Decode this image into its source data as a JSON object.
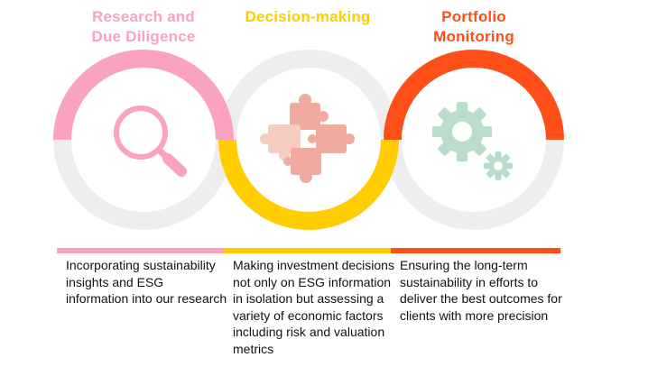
{
  "columns": [
    {
      "id": "research",
      "title": "Research and\nDue Diligence",
      "description": "Incorporating sustainability insights and ESG information into our research",
      "color": "#f9a3bf",
      "icon": "magnifying-glass-icon"
    },
    {
      "id": "decision",
      "title": "Decision-making",
      "description": "Making investment decisions not only on ESG information in isolation but assessing a variety of economic factors including risk and valuation metrics",
      "color": "#ffcd00",
      "icon": "puzzle-pieces-icon"
    },
    {
      "id": "portfolio",
      "title": "Portfolio\nMonitoring",
      "description": "Ensuring the long-term sustainability in efforts to deliver the best outcomes for clients with more precision",
      "color": "#ff4f19",
      "icon": "gears-icon"
    }
  ],
  "colors": {
    "ring_background": "#eeeeee",
    "puzzle_light": "#f6cbc0",
    "puzzle_mid": "#f0ab9e",
    "gear": "#b9dccb"
  }
}
